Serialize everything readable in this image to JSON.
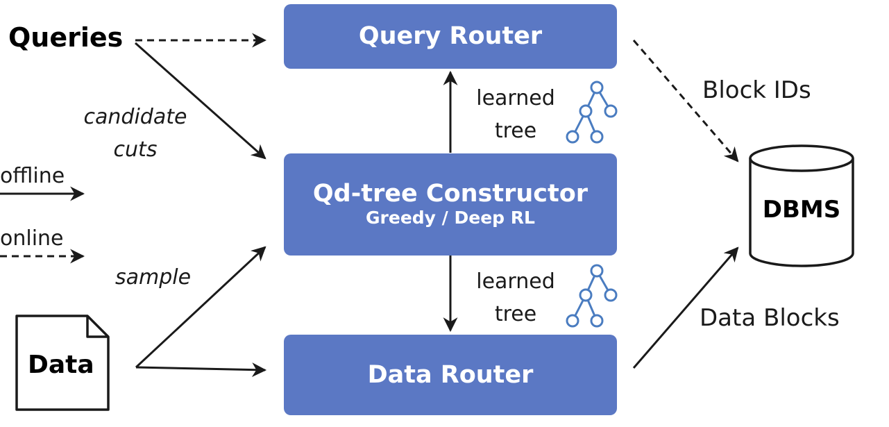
{
  "inputs": {
    "queries": "Queries",
    "data": "Data"
  },
  "boxes": {
    "query_router": "Query Router",
    "constructor": "Qd-tree Constructor",
    "constructor_sub": "Greedy / Deep RL",
    "data_router": "Data Router"
  },
  "edge_labels": {
    "candidate": "candidate",
    "cuts": "cuts",
    "sample": "sample",
    "learned_top_1": "learned",
    "learned_top_2": "tree",
    "learned_bottom_1": "learned",
    "learned_bottom_2": "tree",
    "block_ids": "Block IDs",
    "data_blocks": "Data Blocks"
  },
  "legend": {
    "offline": "offline",
    "online": "online"
  },
  "storage": {
    "label": "DBMS"
  },
  "colors": {
    "box_fill": "#5b78c4",
    "tree_icon": "#4a7cc0",
    "ink": "#1a1a1a"
  },
  "icons": [
    "tree-icon",
    "document-icon",
    "database-icon"
  ]
}
